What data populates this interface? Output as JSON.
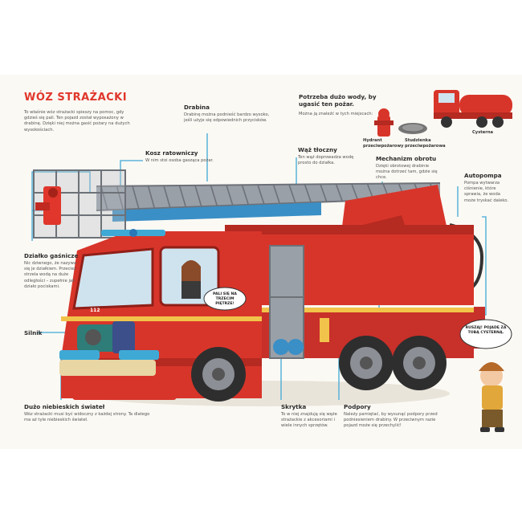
{
  "title": "WÓZ STRAŻACKI",
  "intro": "To właśnie wóz strażacki spieszy na pomoc, gdy gdzieś się pali. Ten pojazd został wyposażony w drabinę. Dzięki niej można gasić pożary na dużych wysokościach.",
  "drabina": {
    "heading": "Drabina",
    "text": "Drabinę można podnieść bardzo wysoko, jeśli użyje się odpowiednich przycisków."
  },
  "kosz": {
    "heading": "Kosz ratowniczy",
    "text": "W nim stoi osoba gasząca pożar."
  },
  "woda": {
    "heading": "Potrzeba dużo wody, by ugasić ten pożar.",
    "text": "Można ją znaleźć w tych miejscach:"
  },
  "hydrant": "Hydrant przeciwpożarowy",
  "studzienka": "Studzienka przeciwpożarowa",
  "cysterna": "Cysterna",
  "waz": {
    "heading": "Wąż tłoczny",
    "text": "Ten wąż doprowadza wodę prosto do działka."
  },
  "mechanizm": {
    "heading": "Mechanizm obrotu",
    "text": "Dzięki obrotowej drabinie można dotrzeć tam, gdzie się chce."
  },
  "autopompa": {
    "heading": "Autopompa",
    "text": "Pompa wytwarza ciśnienie, które sprawia, że woda może tryskać daleko."
  },
  "dzialko": {
    "heading": "Działko gaśnicze",
    "text": "Nic dziwnego, że nazywa się je działkiem. Przecież strzela wodą na duże odległości – zupełnie jak działo pociskami."
  },
  "silnik": {
    "heading": "Silnik"
  },
  "swiatla": {
    "heading": "Dużo niebieskich świateł",
    "text": "Wóz strażacki musi być widoczny z każdej strony. Ta dlatego ma aż tyle niebieskich świateł."
  },
  "skrytka": {
    "heading": "Skrytka",
    "text": "To w niej znajdują się węże strażackie z akcesoriami i wiele innych sprzętów."
  },
  "podpory": {
    "heading": "Podpory",
    "text": "Należy pamiętać, by wysunąć podpory przed podniesieniem drabiny. W przeciwnym razie pojazd może się przechylić!"
  },
  "bubble_cab": "PALI SIĘ NA TRZECIM PIĘTRZE!",
  "bubble_boy": "RUSZAJ! POJADĘ ZA TOBĄ CYSTERNĄ.",
  "truck_number": "112",
  "colors": {
    "title": "#e0362b",
    "truck_red": "#d8352a",
    "leader": "#3fa9d6",
    "ladder": "#8c8f96"
  }
}
